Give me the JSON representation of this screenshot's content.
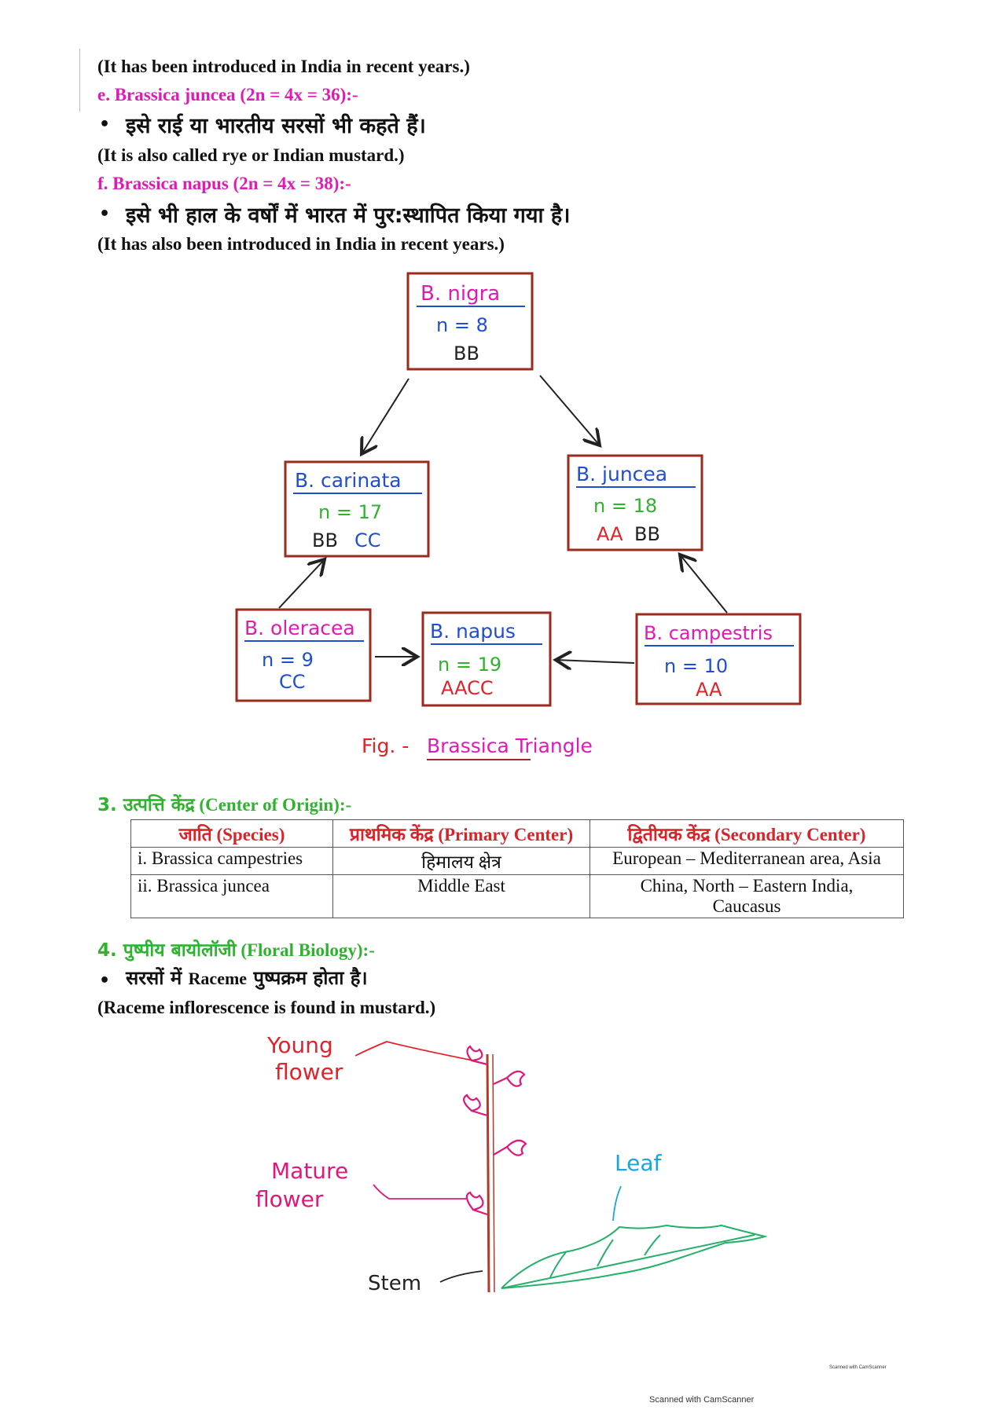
{
  "intro_note": "(It has been introduced in India in recent years.)",
  "juncea_heading": "e. Brassica juncea (2n = 4x = 36):-",
  "juncea_hindi": "इसे राई या भारतीय सरसों भी कहते हैं।",
  "juncea_english": "(It is also called rye or Indian mustard.)",
  "napus_heading": "f. Brassica napus (2n = 4x = 38):-",
  "napus_hindi": "इसे भी हाल के वर्षों में भारत में पुर:स्थापित  किया गया है।",
  "napus_english": "(It has also been introduced in India in recent years.)",
  "triangle": {
    "nigra": {
      "name": "B. nigra",
      "n": "n = 8",
      "genome": "BB"
    },
    "carinata": {
      "name": "B. carinata",
      "n": "n = 17",
      "genome_a": "BB",
      "genome_b": "CC"
    },
    "juncea": {
      "name": "B. juncea",
      "n": "n = 18",
      "genome_a": "AA",
      "genome_b": "BB"
    },
    "oleracea": {
      "name": "B. oleracea",
      "n": "n = 9",
      "genome": "CC"
    },
    "napus": {
      "name": "B. napus",
      "n": "n = 19",
      "genome": "AACC"
    },
    "campestris": {
      "name": "B. campestris",
      "n": "n = 10",
      "genome": "AA"
    },
    "caption_prefix": "Fig. - ",
    "caption_main": "Brassica Triangle"
  },
  "origin_heading_hindi": "3. उत्पत्ति केंद्र",
  "origin_heading_en": " (Center of Origin):-",
  "origin_table": {
    "headers": [
      "जाति (Species)",
      "प्राथमिक केंद्र (Primary Center)",
      "द्वितीयक केंद्र (Secondary Center)"
    ],
    "rows": [
      [
        "i. Brassica campestries",
        "हिमालय क्षेत्र",
        "European – Mediterranean area, Asia"
      ],
      [
        "ii. Brassica juncea",
        "Middle East",
        "China, North – Eastern India, Caucasus"
      ]
    ]
  },
  "floral_heading_hindi": "4. पुष्पीय बायोलॉजी",
  "floral_heading_en": " (Floral Biology):-",
  "floral_hindi_a": "सरसों में ",
  "floral_hindi_b": "Raceme",
  "floral_hindi_c": " पुष्पक्रम होता है।",
  "floral_english": "(Raceme inflorescence is found in mustard.)",
  "diagram_labels": {
    "young_flower_1": "Young",
    "young_flower_2": "flower",
    "mature_flower_1": "Mature",
    "mature_flower_2": "flower",
    "leaf": "Leaf",
    "stem": "Stem"
  },
  "watermark_small": "Scanned with CamScanner",
  "watermark": "Scanned with CamScanner",
  "colors": {
    "magenta": "#e01ab4",
    "green": "#2fb32f",
    "box_border": "#9b2a1f",
    "blue": "#1f4fd0",
    "red": "#e0232a",
    "cyan": "#1aa6d8"
  }
}
